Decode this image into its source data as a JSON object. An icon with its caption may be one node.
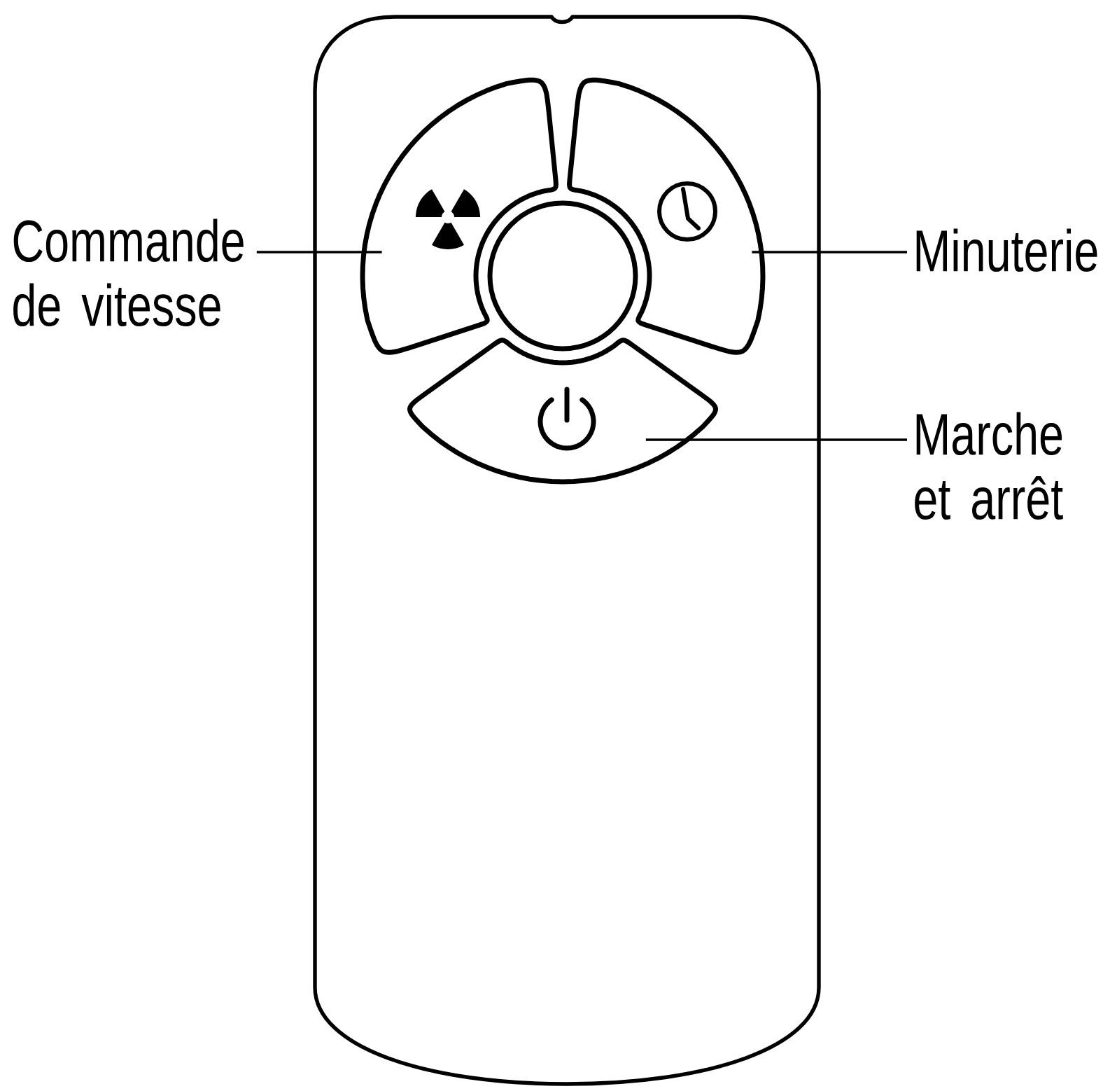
{
  "diagram": {
    "nodes": [
      {
        "text": [
          "Commande de vitesse"
        ]
      },
      {
        "text": [
          "Minuterie"
        ]
      },
      {
        "text": [
          "Marche et arrêt"
        ]
      },
      {
        "text": [],
        "shape": "button"
      },
      {
        "text": [],
        "shape": "button"
      },
      {
        "text": [],
        "shape": "circle"
      },
      {
        "text": [],
        "shape": "button"
      }
    ],
    "edges": [
      {
        "from": 0,
        "to": 3,
        "arrow": "none"
      },
      {
        "from": 1,
        "to": 4,
        "arrow": "none"
      },
      {
        "from": 2,
        "to": 6,
        "arrow": "none"
      }
    ]
  }
}
